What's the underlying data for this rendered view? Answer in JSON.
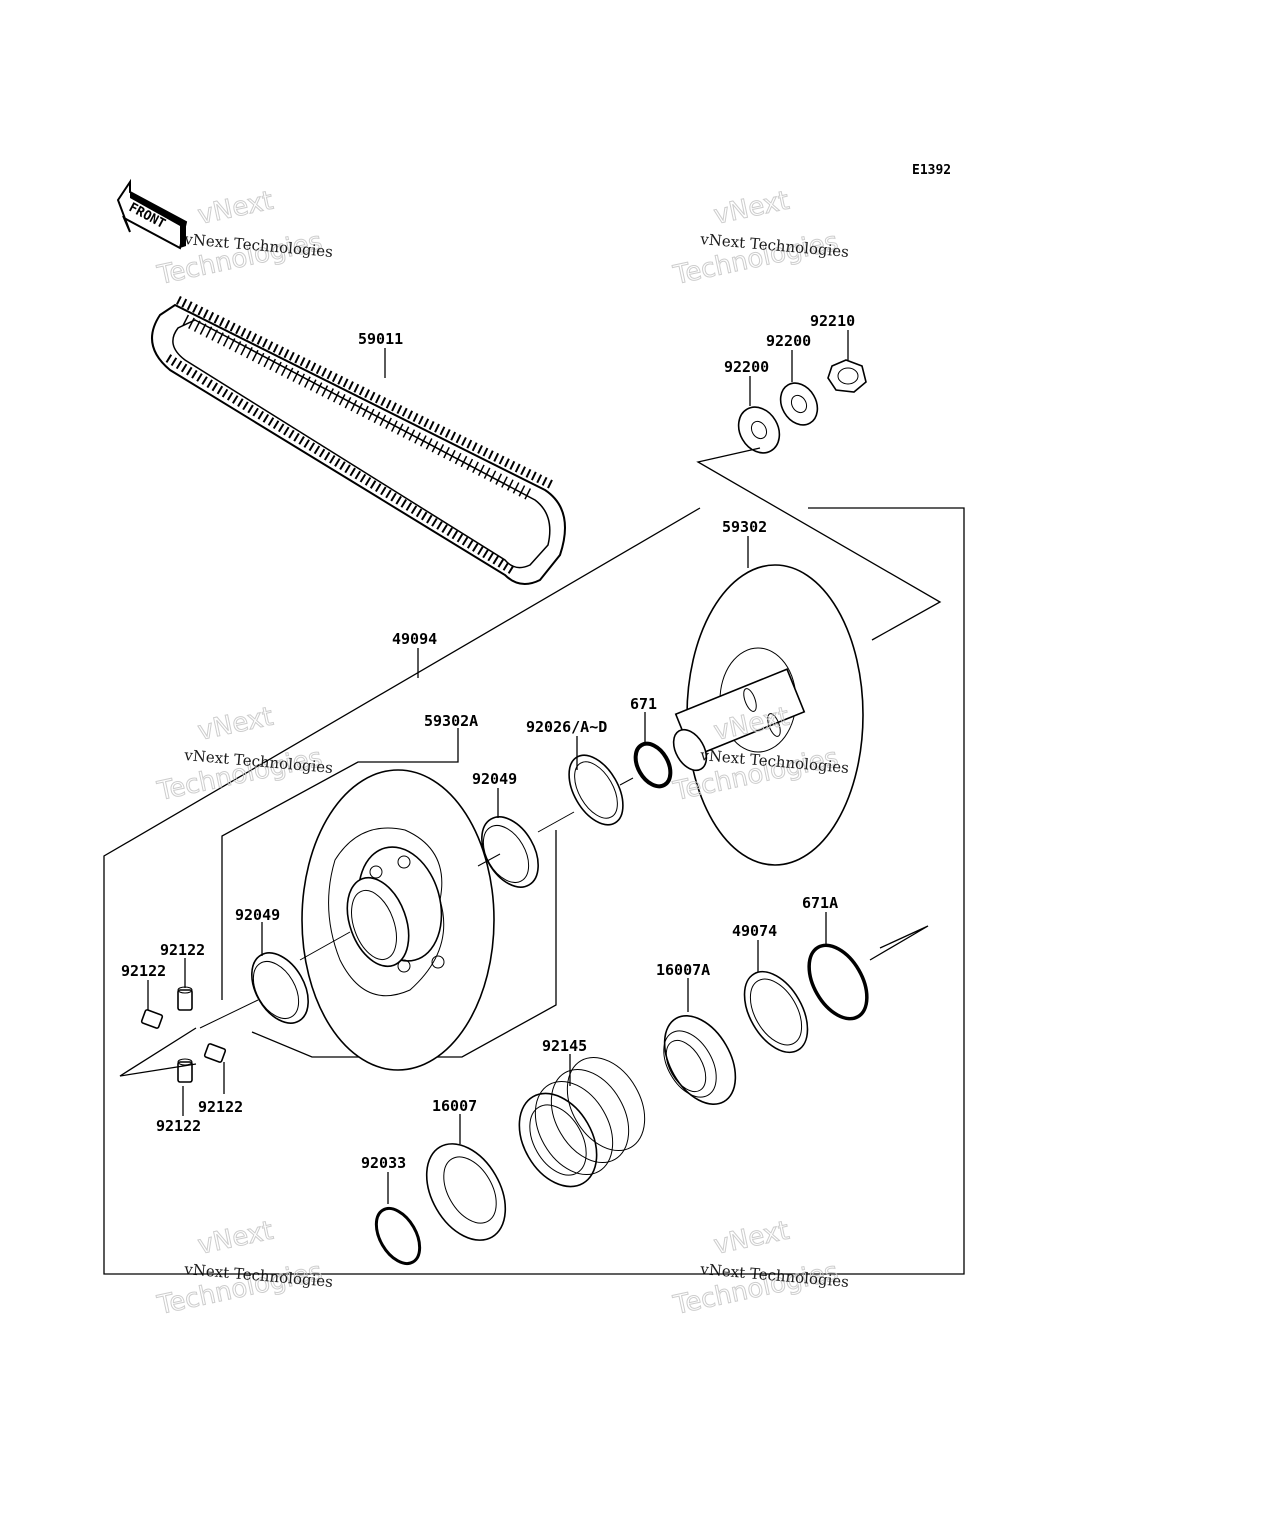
{
  "diagram_code": "E1392",
  "front_label": "FRONT",
  "watermark": {
    "line1": "vNext Technologies",
    "line2": "vNext",
    "line3": "Technologies"
  },
  "parts": {
    "p59011": "59011",
    "p92210": "92210",
    "p92200a": "92200",
    "p92200b": "92200",
    "p59302": "59302",
    "p49094": "49094",
    "p59302A": "59302A",
    "p92026": "92026/A~D",
    "p671": "671",
    "p92049a": "92049",
    "p92049b": "92049",
    "p92122a": "92122",
    "p92122b": "92122",
    "p92122c": "92122",
    "p92122d": "92122",
    "p671A": "671A",
    "p49074": "49074",
    "p16007A": "16007A",
    "p92145": "92145",
    "p16007": "16007",
    "p92033": "92033"
  }
}
